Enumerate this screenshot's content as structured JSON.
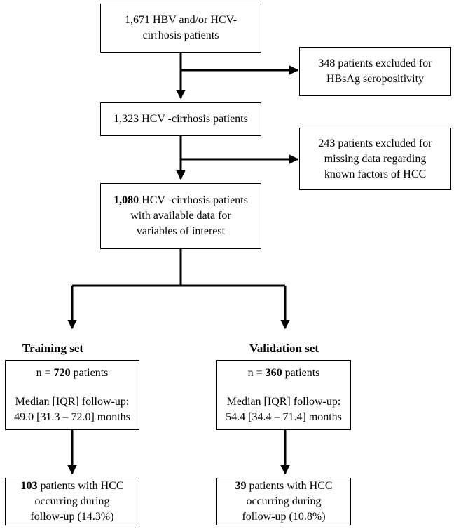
{
  "boxes": {
    "initial": {
      "line1": "1,671 HBV and/or HCV-",
      "line2": "cirrhosis patients"
    },
    "excluded_hbsag": {
      "line1": "348 patients excluded for",
      "line2": "HBsAg seropositivity"
    },
    "hcv_cirrhosis": {
      "line1": "1,323 HCV -cirrhosis patients"
    },
    "excluded_missing": {
      "line1": "243 patients excluded for",
      "line2": "missing data regarding",
      "line3": "known factors of HCC"
    },
    "final_cohort": {
      "count": "1,080",
      "line1_rest": " HCV -cirrhosis patients",
      "line2": "with available data for",
      "line3": "variables of interest"
    },
    "training": {
      "label": "Training set",
      "n_prefix": "n = ",
      "n": "720",
      "n_suffix": " patients",
      "followup_line1": "Median [IQR] follow-up:",
      "followup_line2": "49.0 [31.3 – 72.0] months"
    },
    "validation": {
      "label": "Validation set",
      "n_prefix": "n = ",
      "n": "360",
      "n_suffix": " patients",
      "followup_line1": "Median [IQR] follow-up:",
      "followup_line2": "54.4 [34.4 – 71.4] months"
    },
    "training_hcc": {
      "count": "103",
      "line1_rest": " patients with HCC",
      "line2": "occurring during",
      "line3": "follow-up (14.3%)"
    },
    "validation_hcc": {
      "count": "39",
      "line1_rest": " patients with HCC",
      "line2": "occurring during",
      "line3": "follow-up (10.8%)"
    }
  },
  "colors": {
    "line": "#000000",
    "box_border": "#000000",
    "background": "#ffffff"
  }
}
